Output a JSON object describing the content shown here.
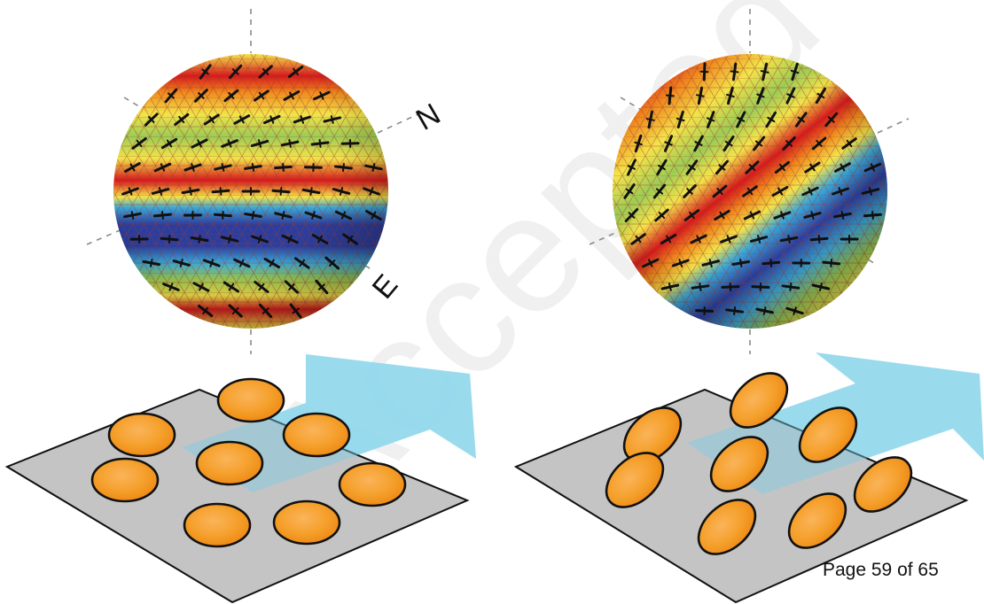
{
  "figure": {
    "watermark_text": "Accepted",
    "compass_labels": {
      "north": "N",
      "east": "E"
    },
    "panels": [
      {
        "name": "left",
        "description_state": "untilted"
      },
      {
        "name": "right",
        "description_state": "tilted"
      }
    ],
    "colors": {
      "sphere_red": "#d7191c",
      "sphere_yellow": "#f2e44a",
      "sphere_green": "#9ccc55",
      "sphere_blue": "#2b3ea0",
      "sphere_cyan": "#3aa7d8",
      "flow_arrow": "#a9e2f2",
      "plate": "#c4c4c4",
      "cell_fill": "#f59a23",
      "cell_highlight": "#fbb45a",
      "outline": "#111111"
    }
  },
  "page_number": "Page 59 of 65"
}
